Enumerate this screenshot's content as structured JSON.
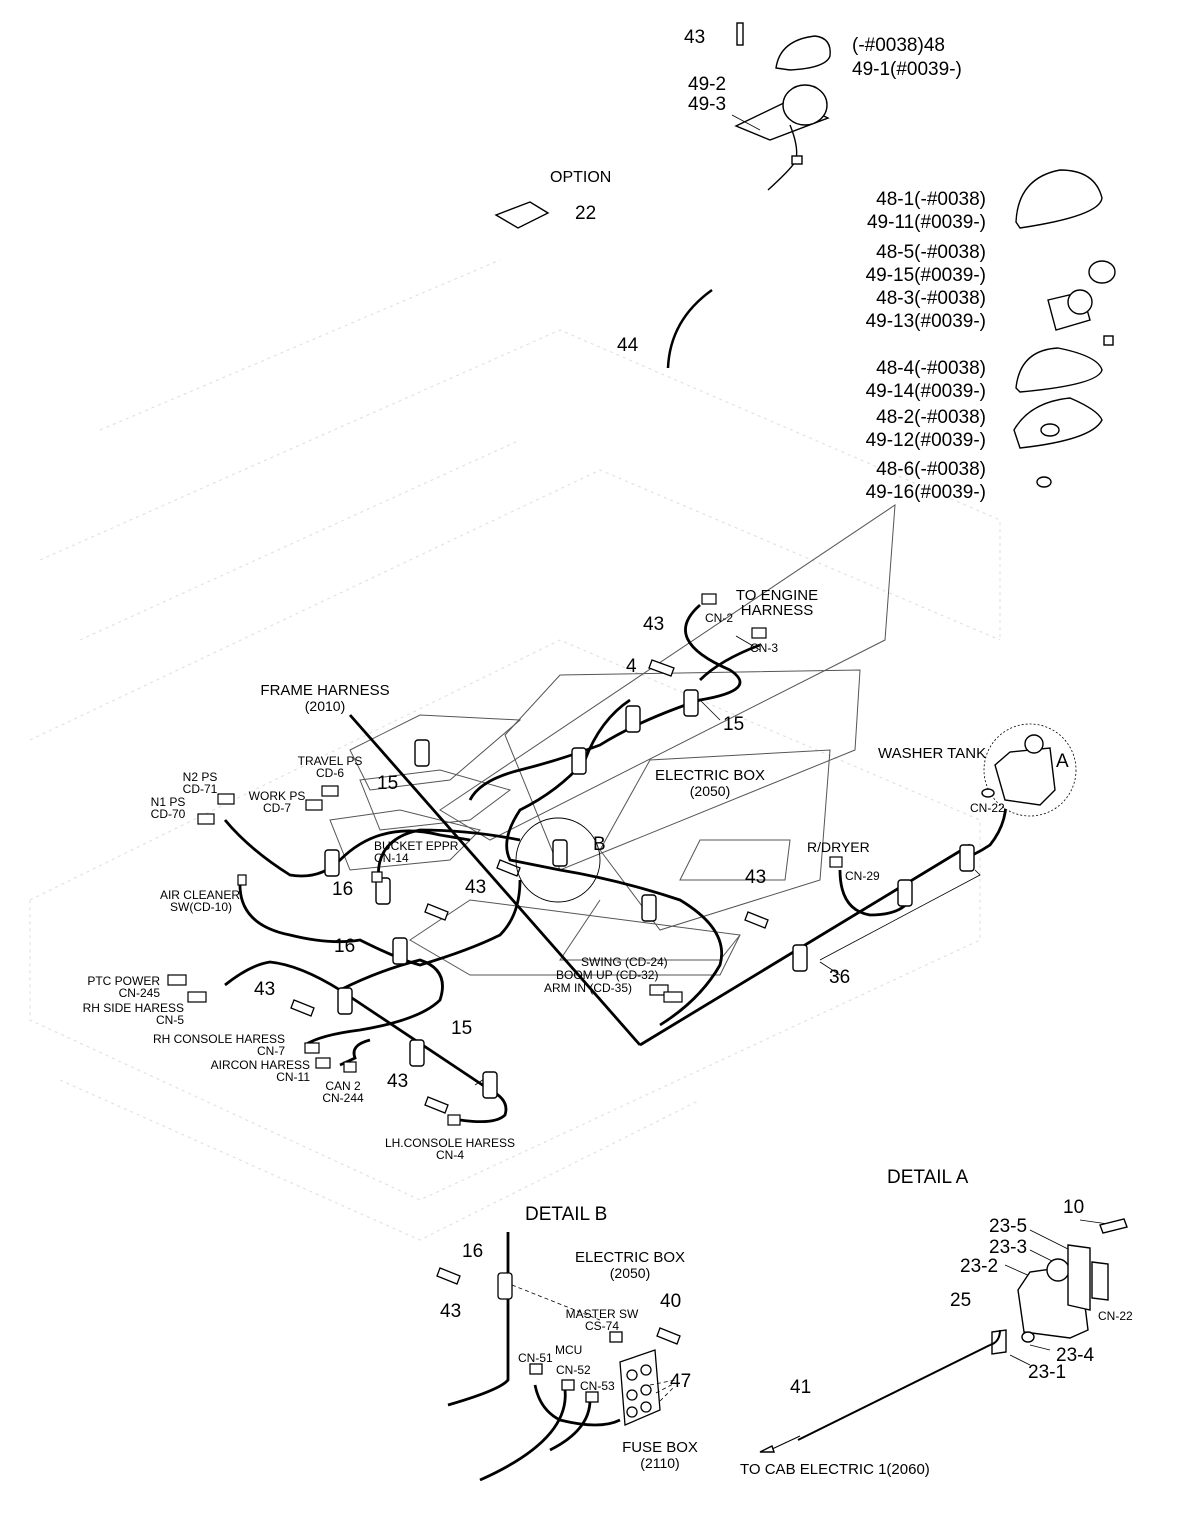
{
  "labels": {
    "p43_top": "43",
    "p48_top": "(-#0038)48",
    "p49_1": "49-1(#0039-)",
    "p49_2": "49-2",
    "p49_3": "49-3",
    "option": "OPTION",
    "p22": "22",
    "p48_1": "48-1(-#0038)",
    "p49_11": "49-11(#0039-)",
    "p48_5": "48-5(-#0038)",
    "p49_15": "49-15(#0039-)",
    "p48_3": "48-3(-#0038)",
    "p49_13": "49-13(#0039-)",
    "p44": "44",
    "p48_4": "48-4(-#0038)",
    "p49_14": "49-14(#0039-)",
    "p48_2": "48-2(-#0038)",
    "p49_12": "49-12(#0039-)",
    "p48_6": "48-6(-#0038)",
    "p49_16": "49-16(#0039-)",
    "to_engine": "TO ENGINE",
    "harness": "HARNESS",
    "cn2": "CN-2",
    "cn3": "CN-3",
    "p43_b": "43",
    "p4": "4",
    "p15_a": "15",
    "frame_harness": "FRAME HARNESS",
    "frame_code": "(2010)",
    "washer_tank": "WASHER TANK",
    "detail_a_mark": "A",
    "cn22": "CN-22",
    "travel_ps": "TRAVEL PS",
    "cd6": "CD-6",
    "p15_b": "15",
    "electric_box": "ELECTRIC BOX",
    "electric_box_code": "(2050)",
    "n2ps": "N2 PS",
    "cd71": "CD-71",
    "workps": "WORK PS",
    "cd7": "CD-7",
    "n1ps": "N1 PS",
    "cd70": "CD-70",
    "bucket_eppr": "BUCKET EPPR",
    "cn14": "CN-14",
    "detail_b_mark": "B",
    "rdryer": "R/DRYER",
    "cn29": "CN-29",
    "p16_a": "16",
    "p43_c": "43",
    "p43_d": "43",
    "air_cleaner": "AIR CLEANER",
    "air_cleaner_sw": "SW(CD-10)",
    "p16_b": "16",
    "swing": "SWING (CD-24)",
    "boom_up": "BOOM UP (CD-32)",
    "arm_in": "ARM IN (CD-35)",
    "p36": "36",
    "ptc_power": "PTC POWER",
    "cn245": "CN-245",
    "rh_side": "RH SIDE HARESS",
    "cn5": "CN-5",
    "p43_e": "43",
    "p15_c": "15",
    "rh_console": "RH CONSOLE HARESS",
    "cn7": "CN-7",
    "aircon": "AIRCON HARESS",
    "cn11": "CN-11",
    "can2": "CAN 2",
    "cn244": "CN-244",
    "p43_f": "43",
    "lh_console": "LH.CONSOLE HARESS",
    "cn4": "CN-4",
    "detail_a": "DETAIL A",
    "detail_b": "DETAIL B",
    "p10": "10",
    "p23_5": "23-5",
    "p23_3": "23-3",
    "p23_2": "23-2",
    "p25": "25",
    "cn22_b": "CN-22",
    "p23_4": "23-4",
    "p23_1": "23-1",
    "p41": "41",
    "to_cab": "TO CAB ELECTRIC 1(2060)",
    "p16_c": "16",
    "p43_g": "43",
    "electric_box_b": "ELECTRIC BOX",
    "electric_box_b_code": "(2050)",
    "master_sw": "MASTER SW",
    "cs74": "CS-74",
    "p40": "40",
    "mcu": "MCU",
    "cn51": "CN-51",
    "cn52": "CN-52",
    "cn53": "CN-53",
    "p47": "47",
    "fuse_box": "FUSE BOX",
    "fuse_box_code": "(2110)"
  }
}
